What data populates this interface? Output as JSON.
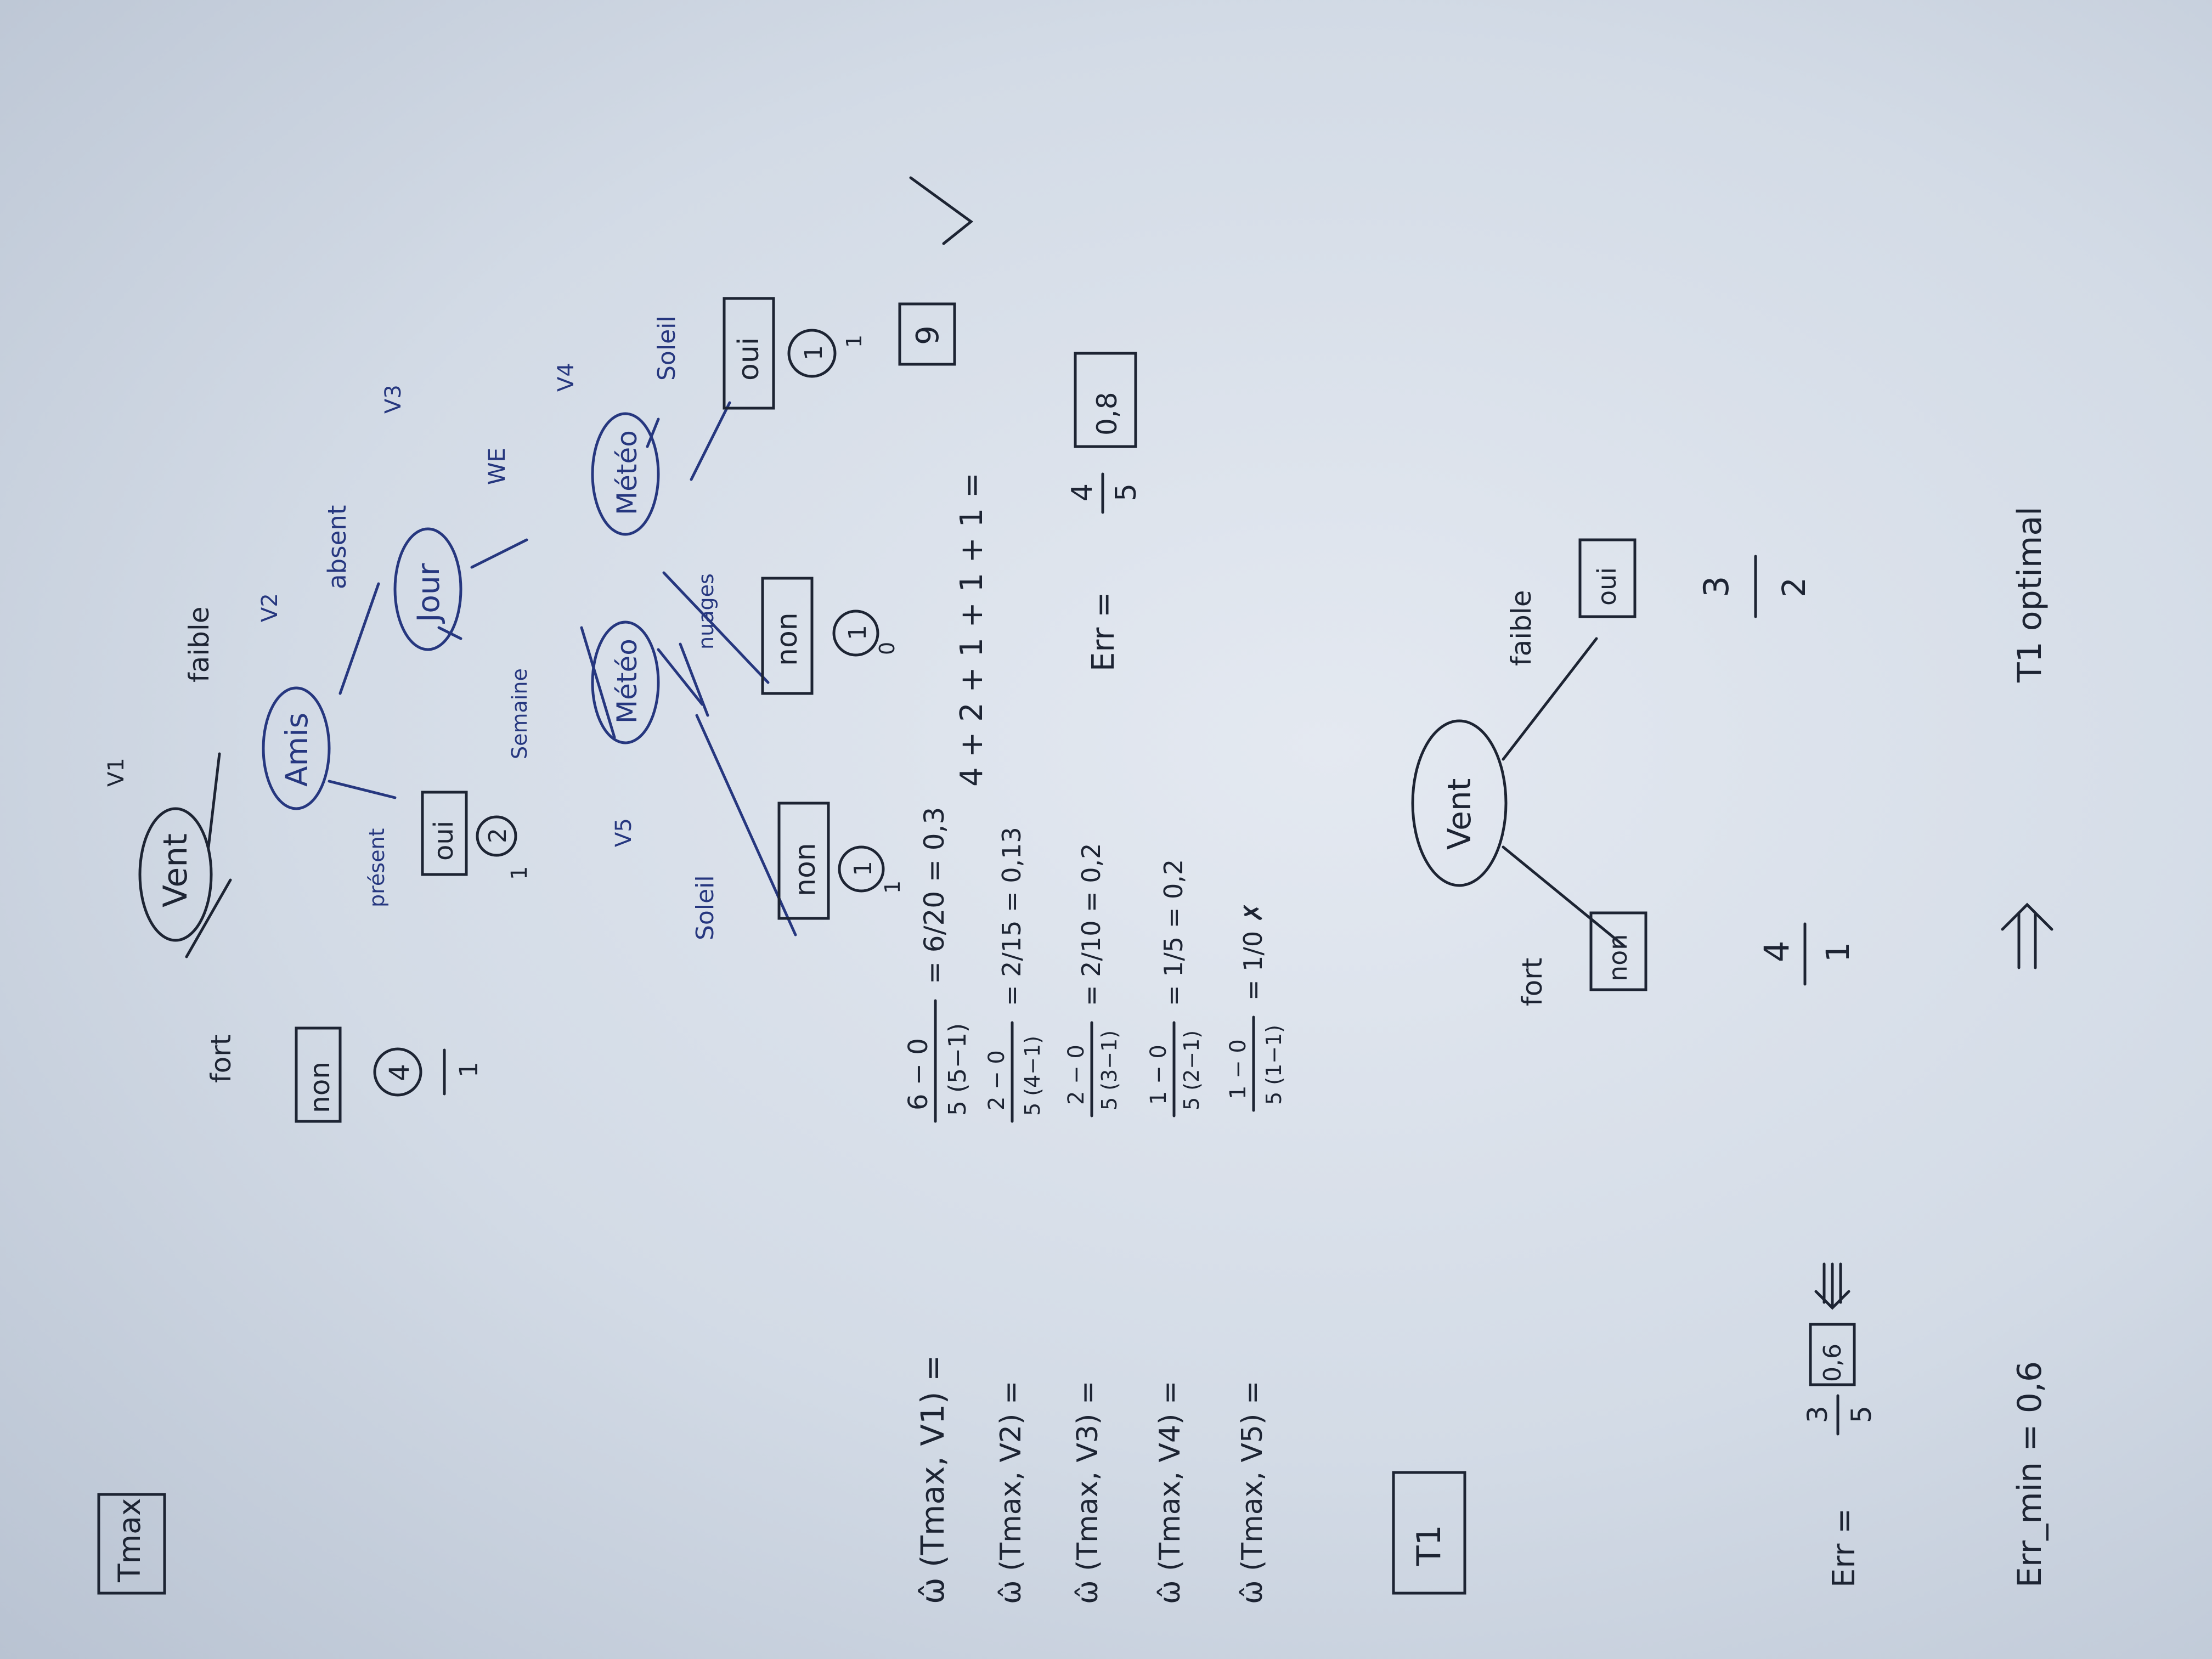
{
  "colors": {
    "paper": "#dde3ec",
    "ink_black": "#1d2433",
    "ink_blue": "#26377f"
  },
  "icons": {
    "check": "check-mark-icon",
    "implies": "implies-arrow-icon",
    "left_arrow": "left-arrow-icon"
  },
  "tmax": {
    "title": "Tmax",
    "root": {
      "label": "Vent",
      "tag": "V1",
      "branch_left": "fort",
      "branch_right": "faible"
    },
    "leaf_fort": {
      "label": "non",
      "count": "4",
      "err": "1"
    },
    "amis": {
      "label": "Amis",
      "tag": "V2",
      "branch_left": "présent",
      "branch_right": "absent"
    },
    "leaf_present": {
      "label": "oui",
      "count": "2",
      "err": "1"
    },
    "jour": {
      "label": "Jour",
      "tag": "V3",
      "branch_left": "Semaine",
      "branch_right": "WE"
    },
    "meteo5": {
      "label": "Météo",
      "tag": "V5",
      "branch_left": "Soleil",
      "branch_right": "nuages"
    },
    "leaf_meteo5_soleil": {
      "label": "non",
      "count": "1",
      "err": "1"
    },
    "meteo4": {
      "label": "Météo",
      "tag": "V4",
      "branch_right": "Soleil"
    },
    "leaf_nuages": {
      "label": "non",
      "count": "1",
      "err": "0"
    },
    "leaf_meteo4_soleil": {
      "label": "oui",
      "count": "1",
      "err": "1"
    }
  },
  "omega": [
    {
      "lhs": "ω̂ (Tmax, V1) =",
      "num": "6 − 0",
      "den": "5 (5−1)",
      "rhs": "= 6/20 = 0,3"
    },
    {
      "lhs": "ω̂ (Tmax, V2) =",
      "num": "2 − 0",
      "den": "5 (4−1)",
      "rhs": "= 2/15 = 0,13"
    },
    {
      "lhs": "ω̂ (Tmax, V3) =",
      "num": "2 − 0",
      "den": "5 (3−1)",
      "rhs": "= 2/10 = 0,2"
    },
    {
      "lhs": "ω̂ (Tmax, V4) =",
      "num": "1 − 0",
      "den": "5 (2−1)",
      "rhs": "= 1/5 = 0,2"
    },
    {
      "lhs": "ω̂ (Tmax, V5) =",
      "num": "1 − 0",
      "den": "5 (1−1)",
      "rhs": "= 1/0 ✗"
    }
  ],
  "sum": {
    "expr": "4 + 2 + 1 + 1 + 1 =",
    "result": "9"
  },
  "err_tmax": {
    "lhs": "Err =",
    "num": "4",
    "den": "5",
    "result": "0,8"
  },
  "t1": {
    "title": "T1",
    "root": {
      "label": "Vent",
      "branch_left": "fort",
      "branch_right": "faible"
    },
    "leaf_left": {
      "label": "non",
      "count": "4",
      "err": "1"
    },
    "leaf_right": {
      "label": "oui",
      "count": "3",
      "err": "2"
    }
  },
  "err_t1": {
    "lhs": "Err =",
    "num": "3",
    "den": "5",
    "result": "0,6"
  },
  "err_min": {
    "text": "Err_min = 0,6",
    "conclusion": "T1 optimal"
  }
}
